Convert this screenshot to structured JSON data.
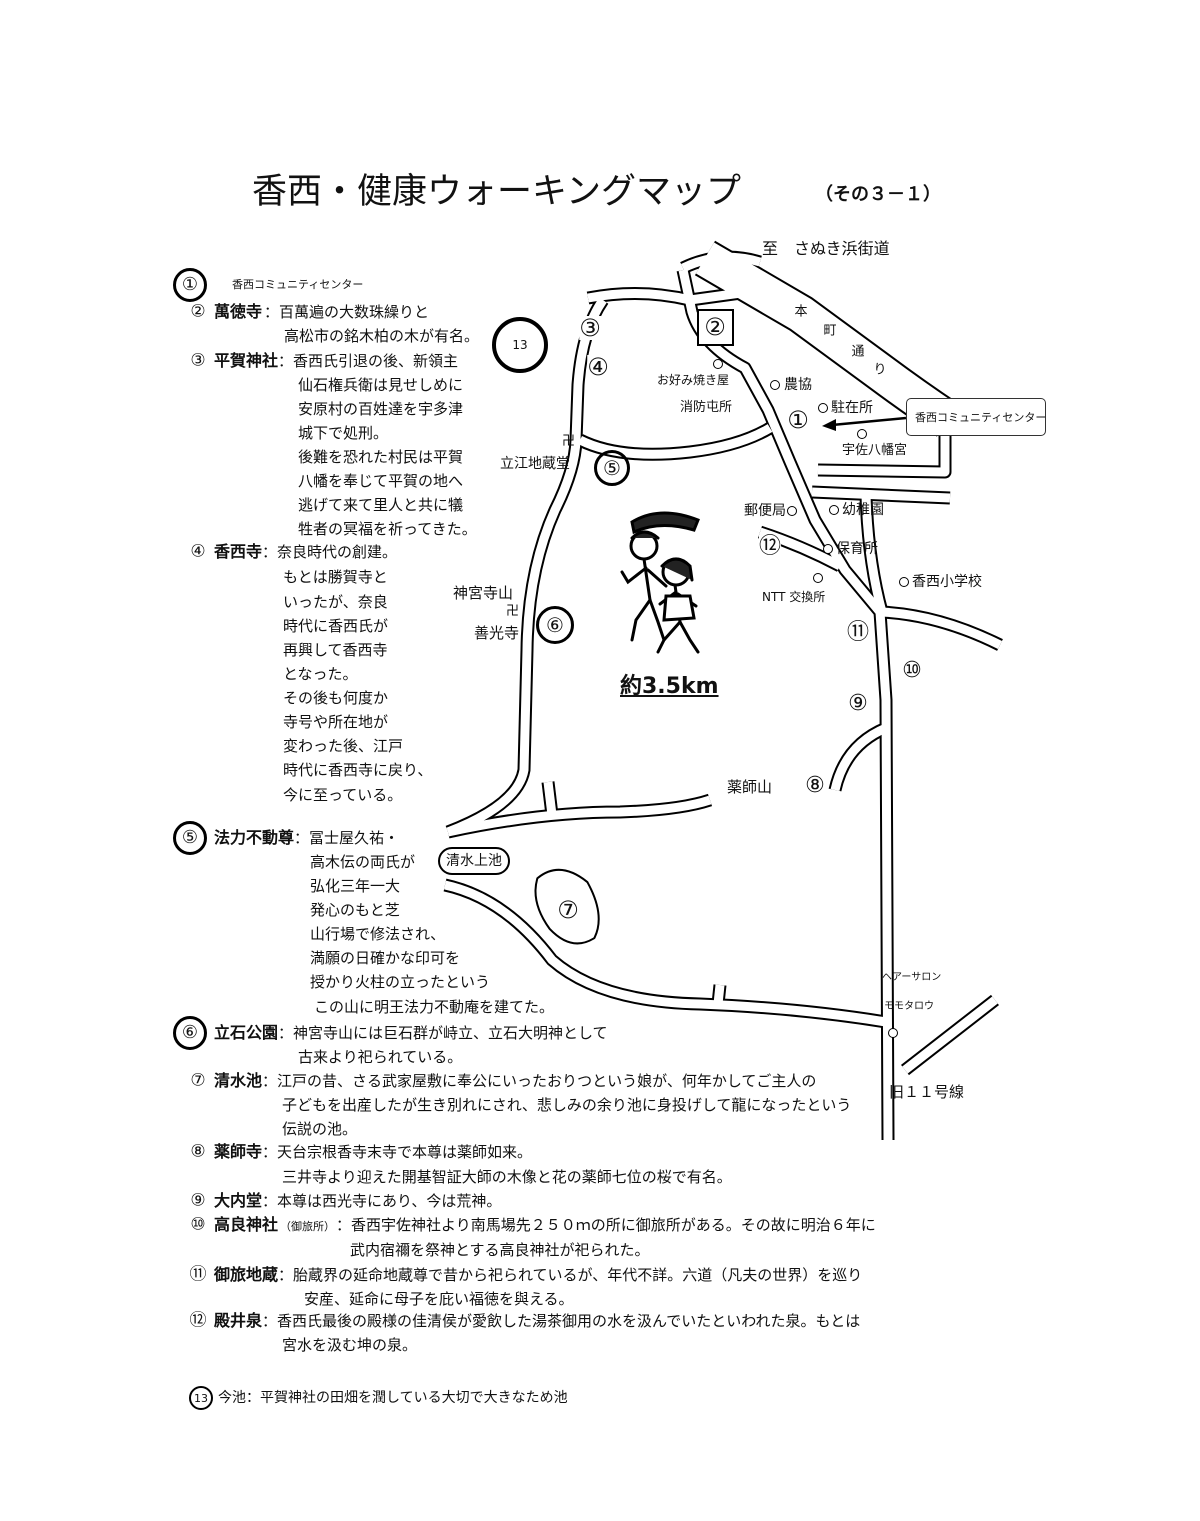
{
  "title": "香西・健康ウォーキングマップ",
  "subtitle": "（その３－１）",
  "legend": [
    {
      "num": "①",
      "name": "香西コミュニティセンター"
    },
    {
      "num": "②",
      "name": "萬徳寺",
      "lines": [
        "：百萬遍の大数珠繰りと",
        "高松市の銘木柏の木が有名。"
      ]
    },
    {
      "num": "③",
      "name": "平賀神社",
      "lines": [
        "：香西氏引退の後、新領主",
        "仙石権兵衛は見せしめに",
        "安原村の百姓達を宇多津",
        "城下で処刑。",
        "後難を恐れた村民は平賀",
        "八幡を奉じて平賀の地へ",
        "逃げて来て里人と共に犠",
        "牲者の冥福を祈ってきた。"
      ]
    },
    {
      "num": "④",
      "name": "香西寺",
      "lines": [
        "：奈良時代の創建。",
        "もとは勝賀寺と",
        "いったが、奈良",
        "時代に香西氏が",
        "再興して香西寺",
        "となった。",
        "その後も何度か",
        "寺号や所在地が",
        "変わった後、江戸",
        "時代に香西寺に戻り、",
        "今に至っている。"
      ]
    },
    {
      "num": "⑤",
      "name": "法力不動尊",
      "lines": [
        "：冨士屋久祐・",
        "高木伝の両氏が",
        "弘化三年一大",
        "発心のもと芝",
        "山行場で修法され、",
        "満願の日確かな印可を",
        "授かり火柱の立ったという",
        "この山に明王法力不動庵を建てた。"
      ]
    },
    {
      "num": "⑥",
      "name": "立石公園",
      "lines": [
        "：神宮寺山には巨石群が峙立、立石大明神として",
        "古来より祀られている。"
      ]
    },
    {
      "num": "⑦",
      "name": "清水池",
      "lines": [
        "：江戸の昔、さる武家屋敷に奉公にいったおりつという娘が、何年かしてご主人の",
        "子どもを出産したが生き別れにされ、悲しみの余り池に身投げして龍になったという",
        "伝説の池。"
      ]
    },
    {
      "num": "⑧",
      "name": "薬師寺",
      "lines": [
        "：天台宗根香寺末寺で本尊は薬師如来。",
        "三井寺より迎えた開基智証大師の木像と花の薬師七位の桜で有名。"
      ]
    },
    {
      "num": "⑨",
      "name": "大内堂",
      "lines": [
        "：本尊は西光寺にあり、今は荒神。"
      ]
    },
    {
      "num": "⑩",
      "name": "高良神社",
      "note": "（御旅所）",
      "lines": [
        "：香西宇佐神社より南馬場先２５０ｍの所に御旅所がある。その故に明治６年に",
        "武内宿禰を祭神とする高良神社が祀られた。"
      ]
    },
    {
      "num": "⑪",
      "name": "御旅地蔵",
      "lines": [
        "：胎蔵界の延命地蔵尊で昔から祀られているが、年代不詳。六道（凡夫の世界）を巡り",
        "安産、延命に母子を庇い福徳を與える。"
      ]
    },
    {
      "num": "⑫",
      "name": "殿井泉",
      "lines": [
        "：香西氏最後の殿様の佳清侯が愛飲した湯茶御用の水を汲んでいたといわれた泉。もとは",
        "宮水を汲む坤の泉。"
      ]
    },
    {
      "num": "13",
      "name": "今池",
      "lines": [
        "：平賀神社の田畑を潤している大切で大きなため池"
      ]
    }
  ],
  "map": {
    "to_highway": "至　さぬき浜街道",
    "street_name": [
      "本",
      "町",
      "通",
      "り"
    ],
    "okonomiyaki": "お好み焼き屋",
    "fire_station": "消防屯所",
    "nokyo": "農協",
    "police_box": "駐在所",
    "usa_hachimangu": "宇佐八幡宮",
    "callout": "香西コミュニティセンター",
    "temple_mark": "卍",
    "tatee_jizodo": "立江地蔵堂",
    "post_office": "郵便局",
    "kindergarten": "幼稚園",
    "nursery": "保育所",
    "school": "香西小学校",
    "ntt": "NTT 交換所",
    "jingujiyama": "神宮寺山",
    "zenkoji": "善光寺",
    "distance": "約3.5km",
    "yakushiyama": "薬師山",
    "shimizu_kamiike": "清水上池",
    "hair_salon": [
      "ヘアーサロン",
      "モモタロウ"
    ],
    "old_route": "旧１１号線",
    "markers": {
      "m1": "①",
      "m2": "②",
      "m3": "③",
      "m4": "④",
      "m5": "⑤",
      "m6": "⑥",
      "m7": "⑦",
      "m8": "⑧",
      "m9": "⑨",
      "m10": "⑩",
      "m11": "⑪",
      "m12": "⑫",
      "m13": "13"
    }
  }
}
